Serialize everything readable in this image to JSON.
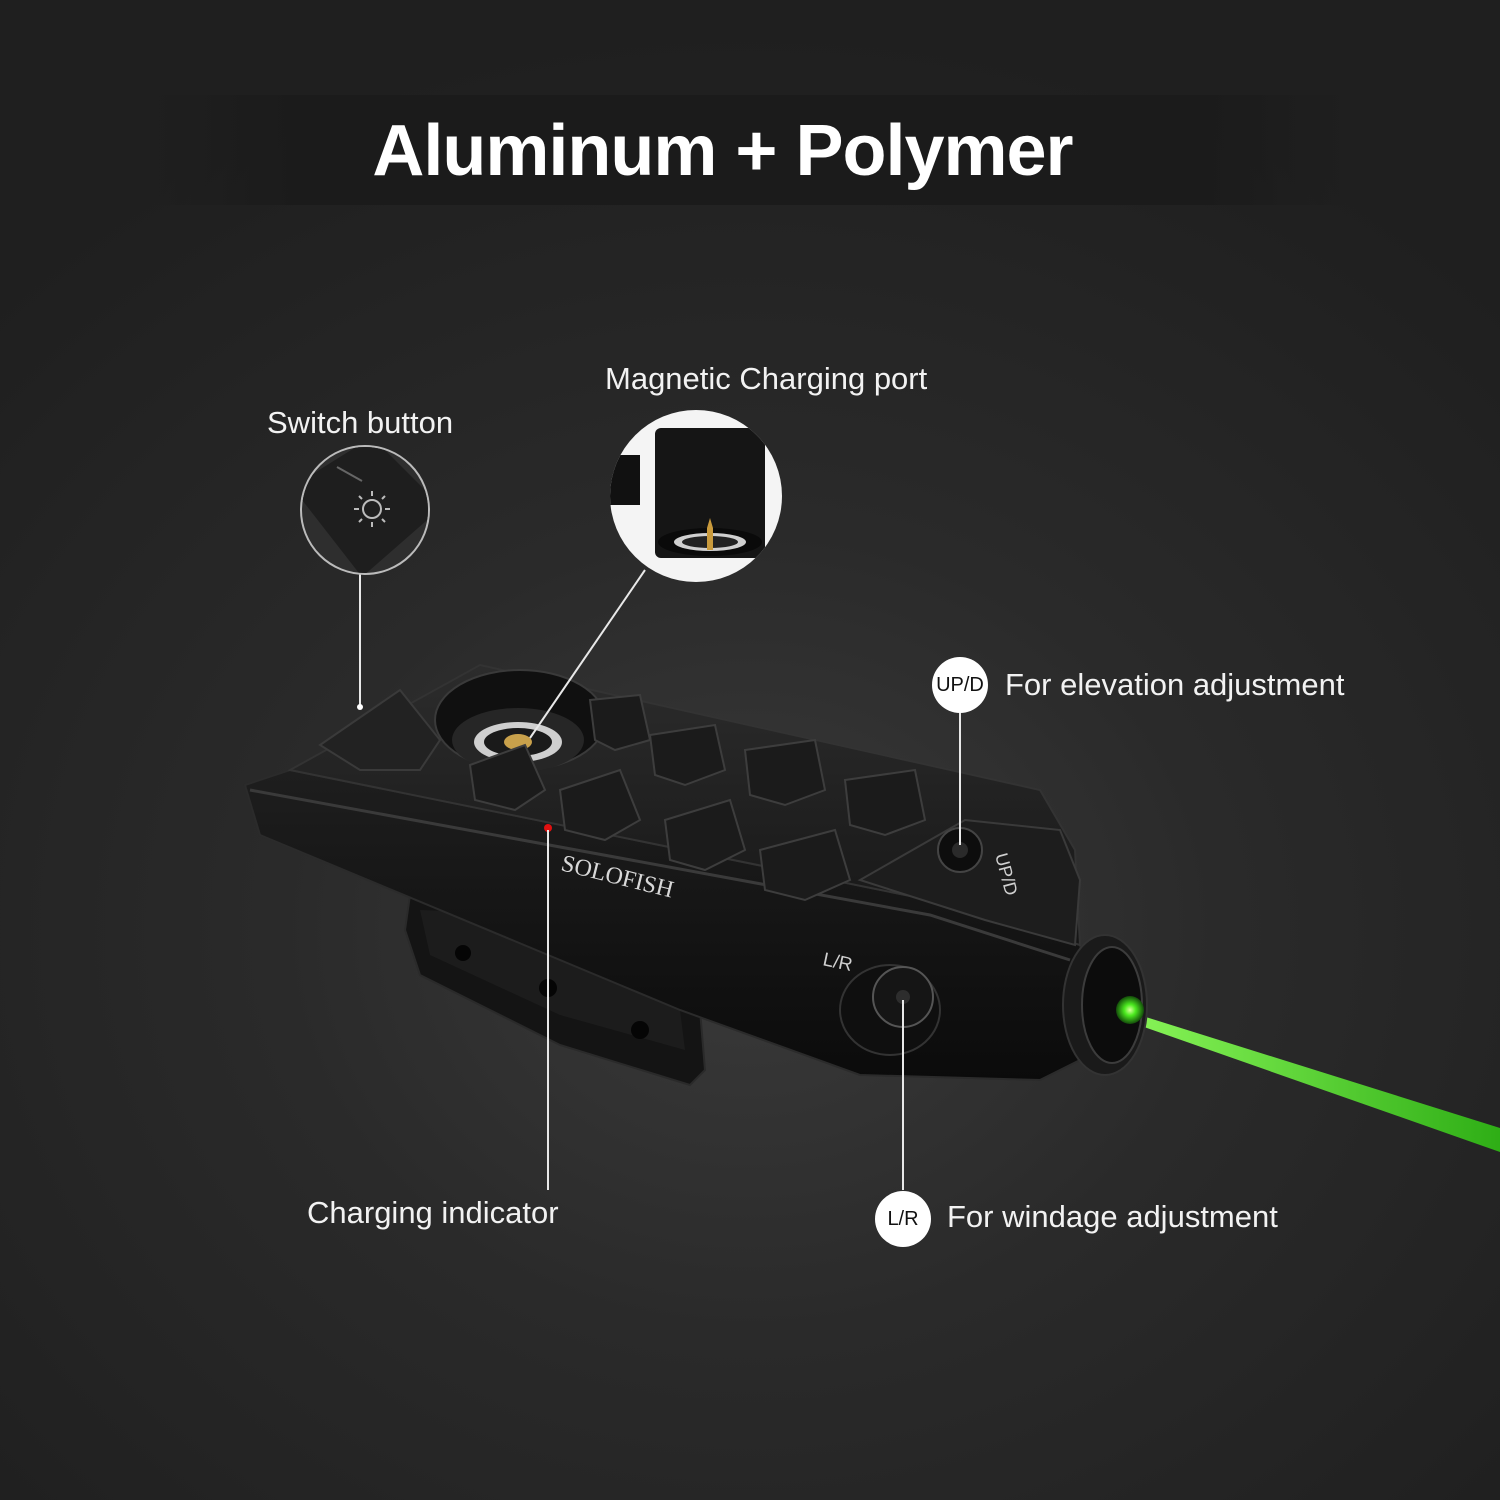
{
  "title": "Aluminum + Polymer",
  "callouts": {
    "switch_button": "Switch button",
    "magnetic_charging_port": "Magnetic Charging port",
    "charging_indicator": "Charging indicator",
    "elevation": {
      "badge": "UP/D",
      "text": "For elevation adjustment"
    },
    "windage": {
      "badge": "L/R",
      "text": "For windage adjustment"
    }
  },
  "device": {
    "brand": "SOLOFISH",
    "elevation_marking": "UP/D",
    "windage_marking": "L/R"
  },
  "colors": {
    "laser": "#39e21a",
    "indicator": "#e01010",
    "body": "#151515"
  }
}
